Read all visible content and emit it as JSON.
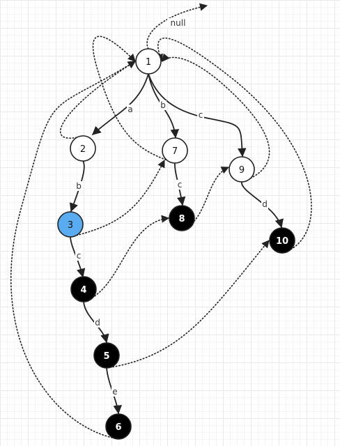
{
  "colors": {
    "stroke": "#222222",
    "node_white": "#ffffff",
    "node_black": "#000000",
    "node_blue": "#5aacf0",
    "text_dark": "#111111",
    "text_light": "#ffffff"
  },
  "nodes": [
    {
      "id": "n1",
      "label": "1",
      "fill": "white"
    },
    {
      "id": "n2",
      "label": "2",
      "fill": "white"
    },
    {
      "id": "n3",
      "label": "3",
      "fill": "blue"
    },
    {
      "id": "n4",
      "label": "4",
      "fill": "black"
    },
    {
      "id": "n5",
      "label": "5",
      "fill": "black"
    },
    {
      "id": "n6",
      "label": "6",
      "fill": "black"
    },
    {
      "id": "n7",
      "label": "7",
      "fill": "white"
    },
    {
      "id": "n8",
      "label": "8",
      "fill": "black"
    },
    {
      "id": "n9",
      "label": "9",
      "fill": "white"
    },
    {
      "id": "n10",
      "label": "10",
      "fill": "black"
    }
  ],
  "edges": [
    {
      "from": "1",
      "to": "2",
      "label": "a",
      "style": "solid"
    },
    {
      "from": "1",
      "to": "7",
      "label": "b",
      "style": "solid"
    },
    {
      "from": "1",
      "to": "9",
      "label": "c",
      "style": "solid"
    },
    {
      "from": "2",
      "to": "3",
      "label": "b",
      "style": "solid"
    },
    {
      "from": "3",
      "to": "4",
      "label": "c",
      "style": "solid"
    },
    {
      "from": "4",
      "to": "5",
      "label": "d",
      "style": "solid"
    },
    {
      "from": "5",
      "to": "6",
      "label": "e",
      "style": "solid"
    },
    {
      "from": "7",
      "to": "8",
      "label": "c",
      "style": "solid"
    },
    {
      "from": "9",
      "to": "10",
      "label": "d",
      "style": "solid"
    },
    {
      "from": "1",
      "to": "null",
      "label": "null",
      "style": "dotted"
    },
    {
      "from": "2",
      "to": "1",
      "label": "",
      "style": "dotted"
    },
    {
      "from": "3",
      "to": "7",
      "label": "",
      "style": "dotted"
    },
    {
      "from": "4",
      "to": "8",
      "label": "",
      "style": "dotted"
    },
    {
      "from": "5",
      "to": "10",
      "label": "",
      "style": "dotted"
    },
    {
      "from": "6",
      "to": "1",
      "label": "",
      "style": "dotted"
    },
    {
      "from": "7",
      "to": "1",
      "label": "",
      "style": "dotted"
    },
    {
      "from": "8",
      "to": "9",
      "label": "",
      "style": "dotted"
    },
    {
      "from": "9",
      "to": "1",
      "label": "",
      "style": "dotted"
    },
    {
      "from": "10",
      "to": "1",
      "label": "",
      "style": "dotted"
    }
  ]
}
